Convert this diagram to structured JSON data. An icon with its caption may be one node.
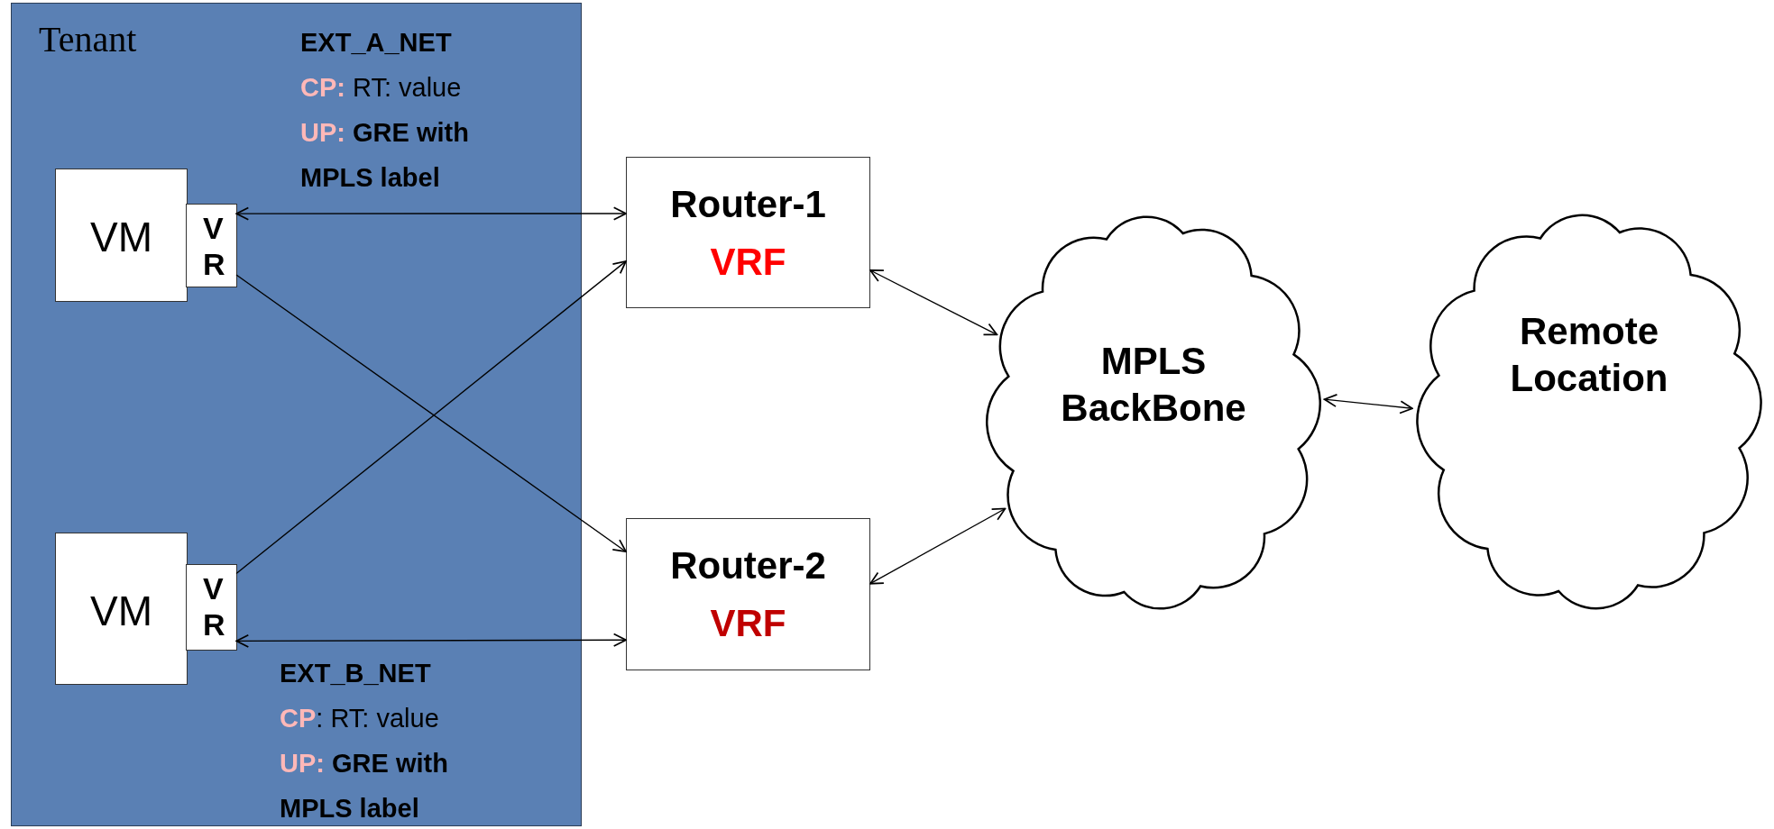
{
  "diagram": {
    "nodes": [
      {
        "text": [
          "Tenant"
        ]
      },
      {
        "text": [
          "VM"
        ],
        "in": 0
      },
      {
        "text": [
          "VR"
        ],
        "in": 0
      },
      {
        "text": [
          "VM"
        ],
        "in": 0
      },
      {
        "text": [
          "VR"
        ],
        "in": 0
      },
      {
        "text": [
          "Router-1",
          "VRF"
        ]
      },
      {
        "text": [
          "Router-2",
          "VRF"
        ]
      },
      {
        "text": [
          "MPLS BackBone"
        ]
      },
      {
        "text": [
          "Remote Location"
        ]
      }
    ],
    "edges": [
      {
        "from": 2,
        "to": 5,
        "arrow": "both"
      },
      {
        "from": 2,
        "to": 6,
        "arrow": "to"
      },
      {
        "from": 4,
        "to": 5,
        "arrow": "to"
      },
      {
        "from": 4,
        "to": 6,
        "arrow": "both"
      },
      {
        "from": 5,
        "to": 7,
        "arrow": "both"
      },
      {
        "from": 6,
        "to": 7,
        "arrow": "both"
      },
      {
        "from": 7,
        "to": 8,
        "arrow": "both"
      }
    ],
    "labels": [
      "EXT_A_NET",
      "CP:",
      "RT: value",
      "UP:",
      "GRE with MPLS label",
      "EXT_B_NET",
      "CP",
      ": RT: value",
      "UP:",
      "GRE with MPLS label"
    ]
  }
}
